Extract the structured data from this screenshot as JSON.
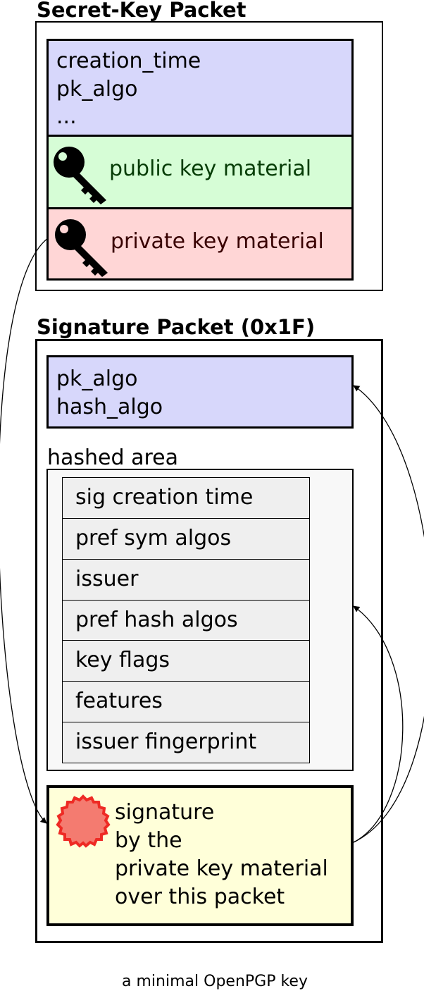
{
  "secret_key_packet": {
    "title": "Secret-Key Packet",
    "meta_lines": [
      "creation_time",
      "pk_algo",
      "..."
    ],
    "public_label": "public key material",
    "private_label": "private key material",
    "public_icon": "key-icon",
    "private_icon": "key-icon"
  },
  "signature_packet": {
    "title": "Signature Packet (0x1F)",
    "meta_lines": [
      "pk_algo",
      "hash_algo"
    ],
    "hashed_area_label": "hashed area",
    "subpackets": [
      "sig creation time",
      "pref sym algos",
      "issuer",
      "pref hash algos",
      "key flags",
      "features",
      "issuer fingerprint"
    ],
    "signature_lines": [
      "signature",
      "by the",
      "private key material",
      "over this packet"
    ],
    "seal_icon": "seal-icon",
    "seal_color": "#f47b70",
    "seal_border_color": "#ee2a24"
  },
  "caption": "a minimal OpenPGP key"
}
